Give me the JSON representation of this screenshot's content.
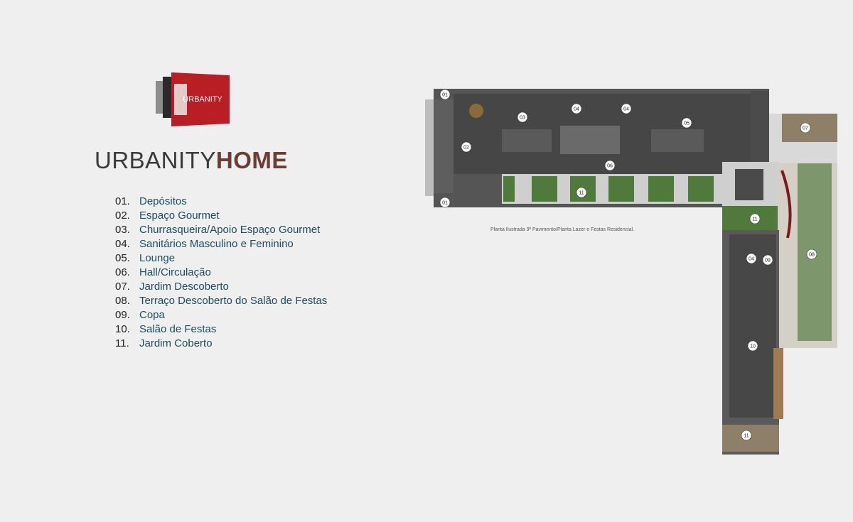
{
  "logo": {
    "mark_text": "URBANITY",
    "icon": "urbanity-logo-mark"
  },
  "brand": {
    "part1": "URBANITY",
    "part2": "HOME"
  },
  "legend": [
    {
      "num": "01.",
      "label": "Depósitos"
    },
    {
      "num": "02.",
      "label": "Espaço Gourmet"
    },
    {
      "num": "03.",
      "label": "Churrasqueira/Apoio Espaço Gourmet"
    },
    {
      "num": "04.",
      "label": "Sanitários Masculino e Feminino"
    },
    {
      "num": "05.",
      "label": "Lounge"
    },
    {
      "num": "06.",
      "label": "Hall/Circulação"
    },
    {
      "num": "07.",
      "label": "Jardim Descoberto"
    },
    {
      "num": "08.",
      "label": "Terraço Descoberto do Salão de Festas"
    },
    {
      "num": "09.",
      "label": "Copa"
    },
    {
      "num": "10.",
      "label": "Salão de Festas"
    },
    {
      "num": "11.",
      "label": "Jardim Coberto"
    }
  ],
  "caption": "Planta Ilustrada 9º Pavimento/Planta Lazer e Festas Residencial.",
  "plan_tags": [
    "01",
    "01",
    "02",
    "03",
    "04",
    "04",
    "05",
    "06",
    "07",
    "11",
    "11",
    "04",
    "09",
    "08",
    "10",
    "11"
  ],
  "colors": {
    "brand_red": "#b81e23",
    "label_teal": "#1d4c5e",
    "floor_dark": "#4a4a4a",
    "garden": "#4f7a3a"
  }
}
